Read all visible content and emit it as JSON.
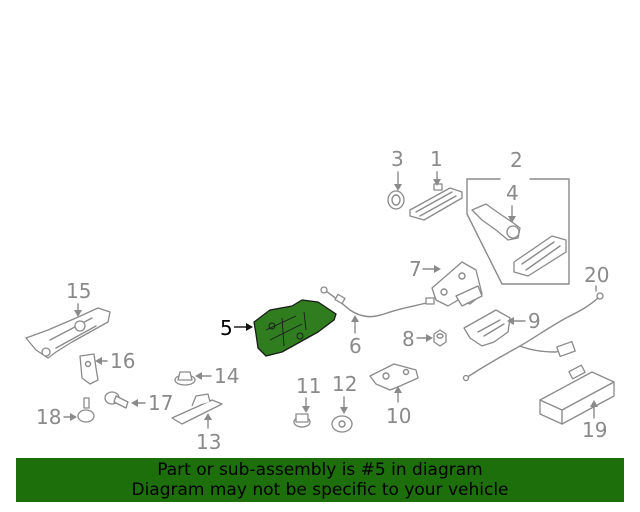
{
  "callouts": {
    "c1": "1",
    "c2": "2",
    "c3": "3",
    "c4": "4",
    "c5": "5",
    "c6": "6",
    "c7": "7",
    "c8": "8",
    "c9": "9",
    "c10": "10",
    "c11": "11",
    "c12": "12",
    "c13": "13",
    "c14": "14",
    "c15": "15",
    "c16": "16",
    "c17": "17",
    "c18": "18",
    "c19": "19",
    "c20": "20"
  },
  "highlighted_part": "5",
  "colors": {
    "highlight_fill": "#2f7d1f",
    "banner_bg": "#1c6f0a",
    "line_gray": "#8a8a8a"
  },
  "banner": {
    "line1": "Part or sub-assembly is #5 in diagram",
    "line2": "Diagram may not be specific to your vehicle"
  }
}
